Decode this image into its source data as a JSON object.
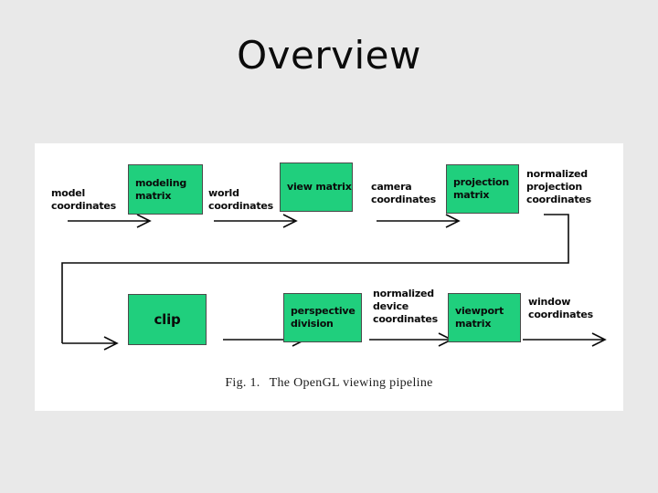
{
  "slide": {
    "title": "Overview",
    "background_color": "#e9e9e9"
  },
  "figure": {
    "panel_background": "#ffffff",
    "box_fill_color": "#20cf7d",
    "box_border_color": "#4a4a4a",
    "caption_number": "Fig. 1.",
    "caption_text": "The OpenGL viewing pipeline",
    "boxes": [
      {
        "id": "modeling-matrix",
        "label": "modeling\nmatrix"
      },
      {
        "id": "view-matrix",
        "label": "view\nmatrix"
      },
      {
        "id": "projection-matrix",
        "label": "projection\nmatrix"
      },
      {
        "id": "clip",
        "label": "clip"
      },
      {
        "id": "perspective-division",
        "label": "perspective\ndivision"
      },
      {
        "id": "viewport-matrix",
        "label": "viewport\nmatrix"
      }
    ],
    "labels": [
      {
        "id": "model-coordinates",
        "text": "model\ncoordinates"
      },
      {
        "id": "world-coordinates",
        "text": "world\ncoordinates"
      },
      {
        "id": "camera-coordinates",
        "text": "camera\ncoordinates"
      },
      {
        "id": "normalized-projection-coordinates",
        "text": "normalized\nprojection\ncoordinates"
      },
      {
        "id": "normalized-device-coordinates",
        "text": "normalized\ndevice\ncoordinates"
      },
      {
        "id": "window-coordinates",
        "text": "window\ncoordinates"
      }
    ]
  }
}
